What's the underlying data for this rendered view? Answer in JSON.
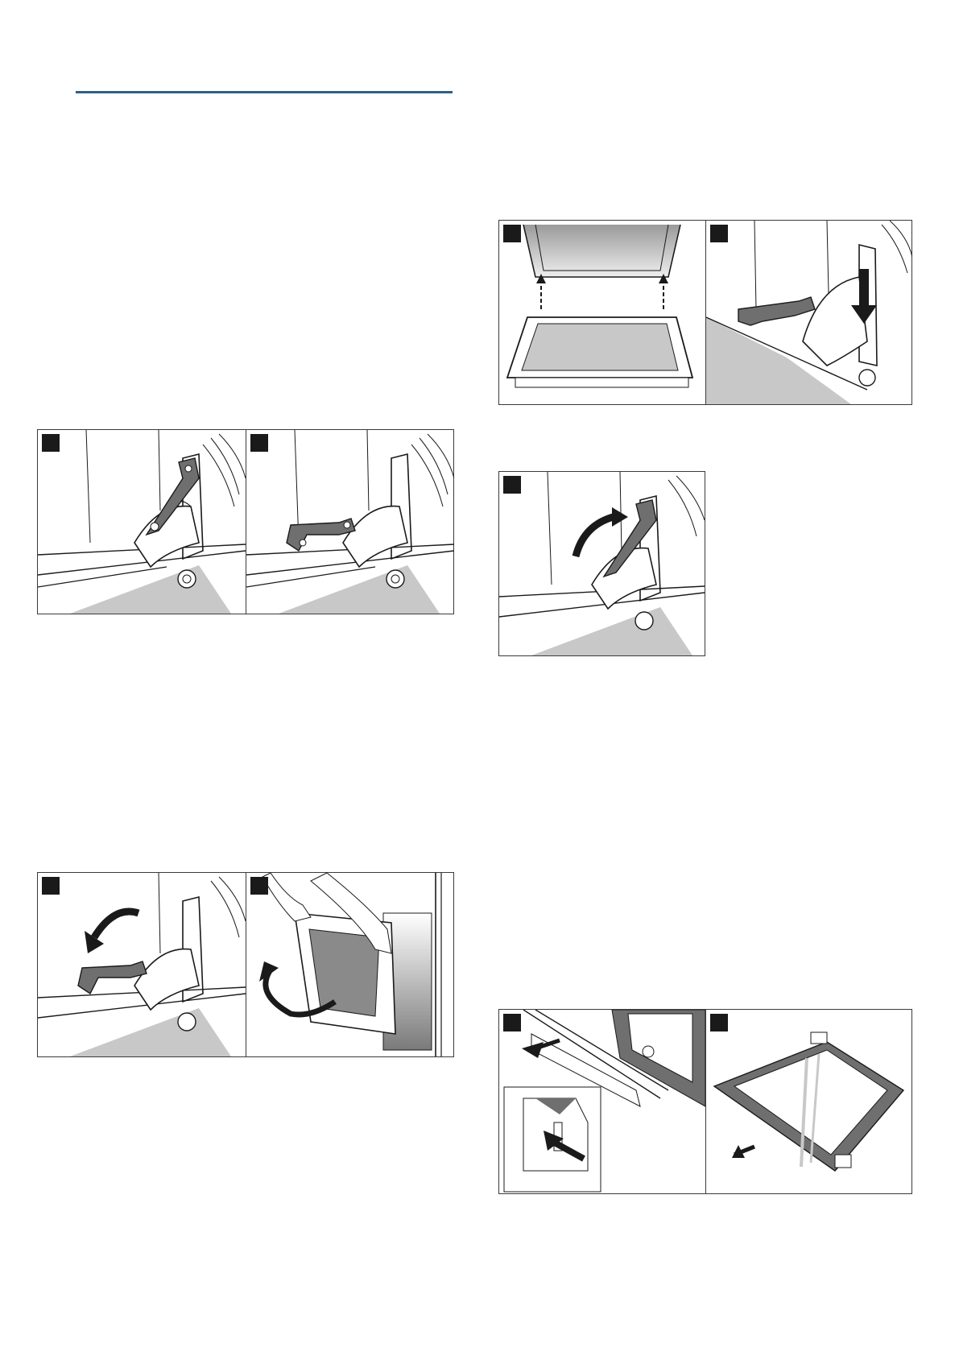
{
  "page": {
    "accent_color": "#2f5f86",
    "line_color": "#1a1a1a",
    "fill_gray": "#c8c8c8",
    "handle_gray": "#6f6f6f"
  },
  "figures": {
    "hinge_unlock": {
      "panels": [
        "hinge-lever-closed",
        "hinge-lever-open"
      ]
    },
    "door_lift": {
      "panels": [
        "rotate-arrow-icon",
        "remove-door"
      ]
    },
    "door_attach": {
      "panels": [
        "door-hooks-up",
        "insert-hinge-arrow"
      ]
    },
    "hinge_lock": {
      "panels": [
        "lock-arrow-icon"
      ]
    },
    "glass_remove": {
      "panels": [
        "pull-strip-arrow",
        "slide-pane-arrow"
      ]
    }
  }
}
